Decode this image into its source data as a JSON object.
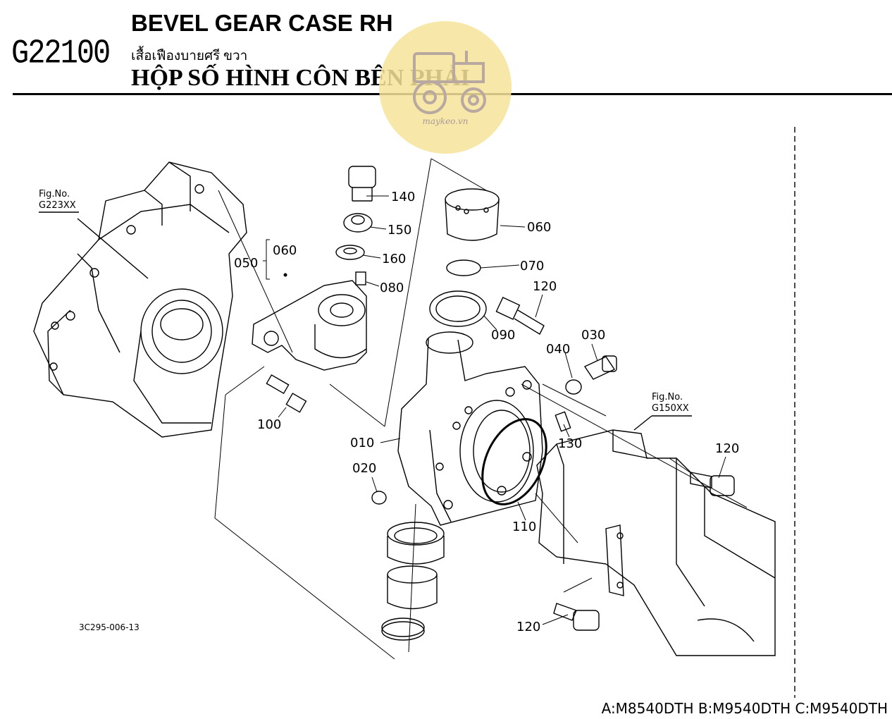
{
  "header": {
    "code": "G22100",
    "title_en": "BEVEL GEAR CASE RH",
    "title_th": "เสื้อเฟืองบายศรี ขวา",
    "title_vi": "HỘP SỐ HÌNH CÔN BÊN PHẢI"
  },
  "watermark": {
    "text": "maykeo.vn",
    "color": "#f6e49b",
    "icon": "tractor-icon"
  },
  "fig_refs": [
    {
      "label": "Fig.No.",
      "code": "G223XX"
    },
    {
      "label": "Fig.No.",
      "code": "G150XX"
    }
  ],
  "parts": [
    "140",
    "150",
    "160",
    "080",
    "060",
    "050",
    "060",
    "070",
    "120",
    "090",
    "040",
    "030",
    "100",
    "010",
    "130",
    "020",
    "110",
    "120",
    "120"
  ],
  "figure_code": "3C295-006-13",
  "footer": {
    "models": "A:M8540DTH B:M9540DTH C:M9540DTH"
  },
  "colors": {
    "line": "#000000",
    "highlight_ring": "#000000",
    "hatch": "#999999"
  }
}
